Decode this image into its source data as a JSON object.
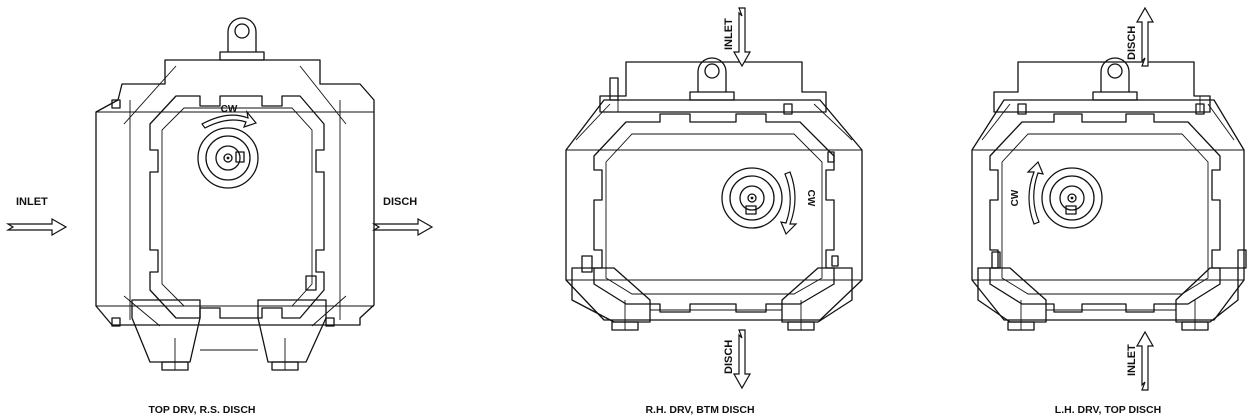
{
  "views": [
    {
      "caption": "TOP DRV, R.S. DISCH",
      "inlet_label": "INLET",
      "outlet_label": "DISCH",
      "rotation_label": "CW"
    },
    {
      "caption": "R.H. DRV, BTM DISCH",
      "inlet_label": "INLET",
      "outlet_label": "DISCH",
      "rotation_label": "CW"
    },
    {
      "caption": "L.H. DRV, TOP DISCH",
      "inlet_label": "INLET",
      "outlet_label": "DISCH",
      "rotation_label": "CW"
    }
  ]
}
